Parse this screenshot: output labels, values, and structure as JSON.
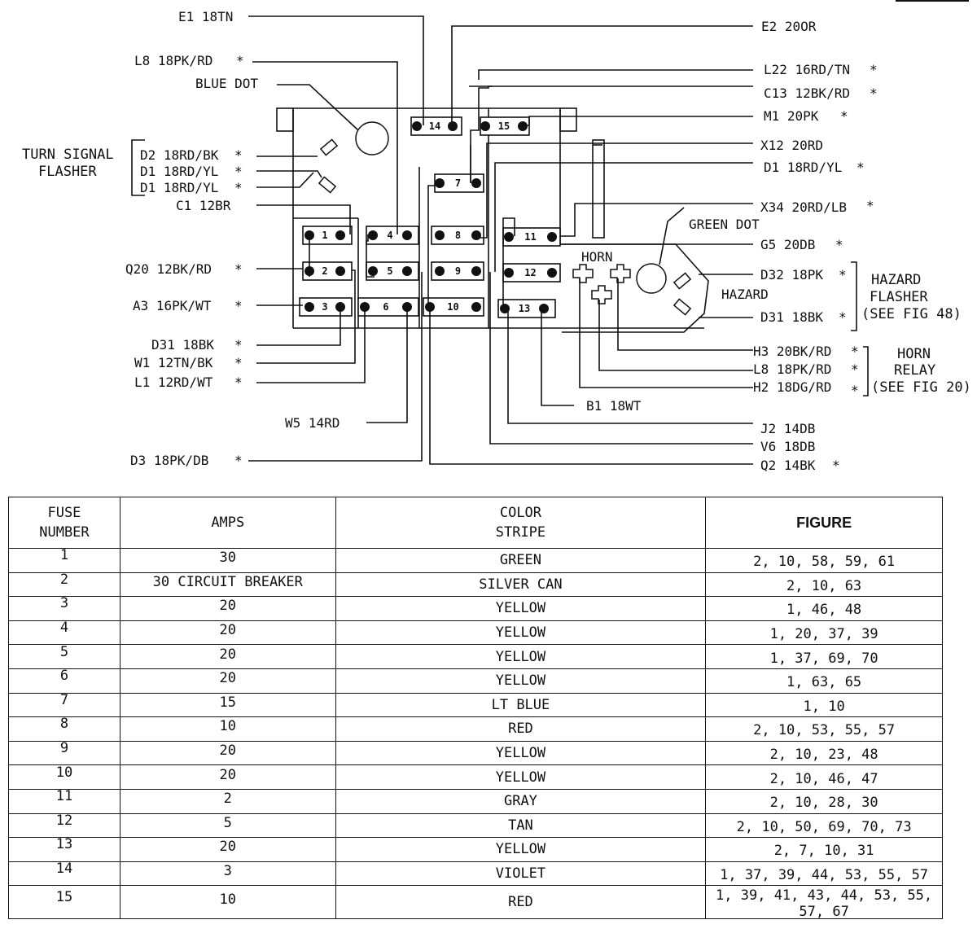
{
  "labels": {
    "e1": "E1  18TN",
    "l8_top": "L8  18PK/RD",
    "blue_dot": "BLUE DOT",
    "turn_signal": "TURN SIGNAL",
    "flasher": "FLASHER",
    "d2": "D2 18RD/BK",
    "d1_a": "D1  18RD/YL",
    "d1_b": "D1  18RD/YL",
    "c1": "C1  12BR",
    "q20": "Q20  12BK/RD",
    "a3": "A3  16PK/WT",
    "d31_left": "D31  18BK",
    "w1": "W1  12TN/BK",
    "l1": "L1  12RD/WT",
    "w5": "W5  14RD",
    "d3": "D3  18PK/DB",
    "e2": "E2  20OR",
    "l22": "L22  16RD/TN",
    "c13": "C13  12BK/RD",
    "m1": "M1  20PK",
    "x12": "X12  20RD",
    "d1_r": "D1  18RD/YL",
    "x34": "X34  20RD/LB",
    "green_dot": "GREEN DOT",
    "g5": "G5  20DB",
    "d32": "D32  18PK",
    "d31_r": "D31  18BK",
    "hazard_flasher_1": "HAZARD",
    "hazard_flasher_2": "FLASHER",
    "hazard_flasher_3": "(SEE FIG 48)",
    "horn": "HORN",
    "hazard": "HAZARD",
    "h3": "H3  20BK/RD",
    "l8_r": "L8  18PK/RD",
    "h2": "H2  18DG/RD",
    "horn_relay_1": "HORN",
    "horn_relay_2": "RELAY",
    "horn_relay_3": "(SEE FIG 20)",
    "b1": "B1  18WT",
    "j2": "J2  14DB",
    "v6": "V6  18DB",
    "q2": "Q2  14BK",
    "star": "*"
  },
  "fuses": [
    "1",
    "2",
    "3",
    "4",
    "5",
    "6",
    "7",
    "8",
    "9",
    "10",
    "11",
    "12",
    "13",
    "14",
    "15"
  ],
  "table": {
    "headers": {
      "fuse_1": "FUSE",
      "fuse_2": "NUMBER",
      "amps": "AMPS",
      "color_1": "COLOR",
      "color_2": "STRIPE",
      "figure": "FIGURE"
    },
    "rows": [
      {
        "num": "1",
        "amps": "30",
        "color": "GREEN",
        "figure": "2, 10, 58, 59, 61"
      },
      {
        "num": "2",
        "amps": "30 CIRCUIT BREAKER",
        "color": "SILVER CAN",
        "figure": "2, 10, 63"
      },
      {
        "num": "3",
        "amps": "20",
        "color": "YELLOW",
        "figure": "1, 46, 48"
      },
      {
        "num": "4",
        "amps": "20",
        "color": "YELLOW",
        "figure": "1, 20, 37, 39"
      },
      {
        "num": "5",
        "amps": "20",
        "color": "YELLOW",
        "figure": "1, 37, 69, 70"
      },
      {
        "num": "6",
        "amps": "20",
        "color": "YELLOW",
        "figure": "1, 63, 65"
      },
      {
        "num": "7",
        "amps": "15",
        "color": "LT BLUE",
        "figure": "1, 10"
      },
      {
        "num": "8",
        "amps": "10",
        "color": "RED",
        "figure": "2, 10, 53, 55, 57"
      },
      {
        "num": "9",
        "amps": "20",
        "color": "YELLOW",
        "figure": "2, 10, 23, 48"
      },
      {
        "num": "10",
        "amps": "20",
        "color": "YELLOW",
        "figure": "2, 10, 46, 47"
      },
      {
        "num": "11",
        "amps": "2",
        "color": "GRAY",
        "figure": "2, 10, 28, 30"
      },
      {
        "num": "12",
        "amps": "5",
        "color": "TAN",
        "figure": "2, 10, 50, 69, 70, 73"
      },
      {
        "num": "13",
        "amps": "20",
        "color": "YELLOW",
        "figure": "2, 7, 10, 31"
      },
      {
        "num": "14",
        "amps": "3",
        "color": "VIOLET",
        "figure": "1, 37, 39, 44, 53, 55, 57"
      },
      {
        "num": "15",
        "amps": "10",
        "color": "RED",
        "figure": "1, 39, 41, 43, 44, 53, 55, 57, 67"
      }
    ]
  }
}
